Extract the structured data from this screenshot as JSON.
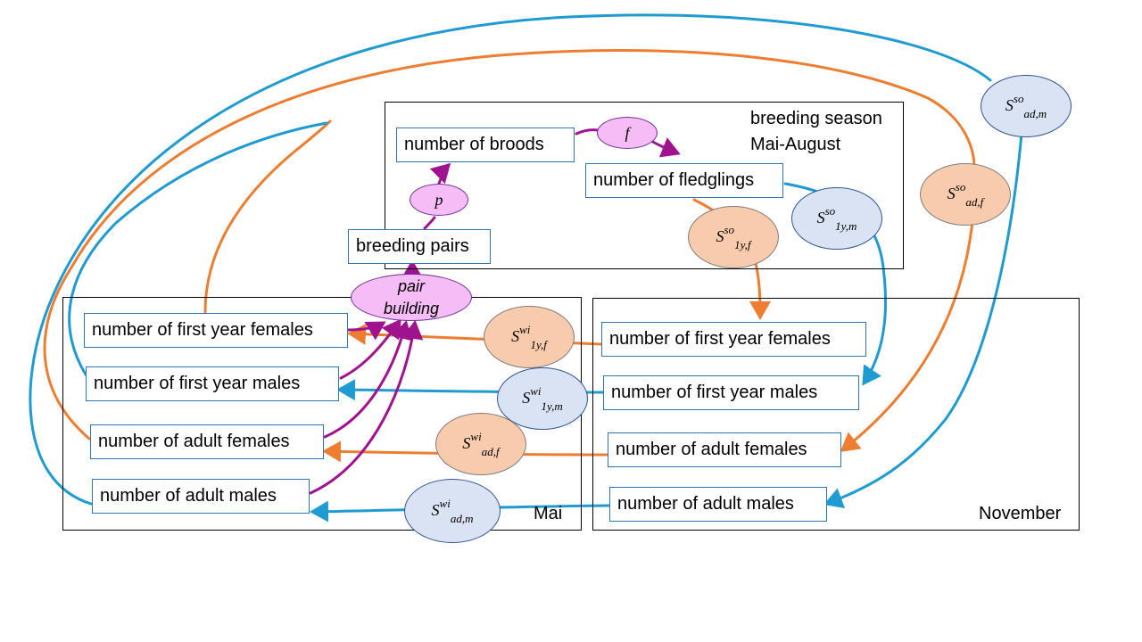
{
  "regions": {
    "breeding": {
      "line1": "breeding season",
      "line2": "Mai-August"
    },
    "mai": {
      "label": "Mai"
    },
    "november": {
      "label": "November"
    }
  },
  "breeding_boxes": {
    "broods": "number of broods",
    "fledglings": "number of fledglings",
    "pairs": "breeding pairs"
  },
  "mai_boxes": {
    "first_year_females": "number of first year females",
    "first_year_males": "number of first year males",
    "adult_females": "number of adult females",
    "adult_males": "number of adult males"
  },
  "november_boxes": {
    "first_year_females": "number of first year females",
    "first_year_males": "number of first year males",
    "adult_females": "number of adult females",
    "adult_males": "number of adult males"
  },
  "parameters": {
    "f": "f",
    "p": "p",
    "pair_building_line1": "pair",
    "pair_building_line2": "building",
    "S_so_ad_m": {
      "base": "S",
      "sup": "so",
      "sub": "ad,m"
    },
    "S_so_ad_f": {
      "base": "S",
      "sup": "so",
      "sub": "ad,f"
    },
    "S_so_1y_m": {
      "base": "S",
      "sup": "so",
      "sub": "1y,m"
    },
    "S_so_1y_f": {
      "base": "S",
      "sup": "so",
      "sub": "1y,f"
    },
    "S_wi_1y_f": {
      "base": "S",
      "sup": "wi",
      "sub": "1y,f"
    },
    "S_wi_1y_m": {
      "base": "S",
      "sup": "wi",
      "sub": "1y,m"
    },
    "S_wi_ad_f": {
      "base": "S",
      "sup": "wi",
      "sub": "ad,f"
    },
    "S_wi_ad_m": {
      "base": "S",
      "sup": "wi",
      "sub": "ad,m"
    }
  },
  "colors": {
    "female_arrow": "#ed7d31",
    "male_arrow": "#1f9bd1",
    "breeding_arrow": "#a0138e",
    "box_border": "#2e75b6",
    "female_ellipse": "#f8cbad",
    "male_ellipse": "#dae3f3",
    "pink_ellipse": "#f6bcf6"
  }
}
